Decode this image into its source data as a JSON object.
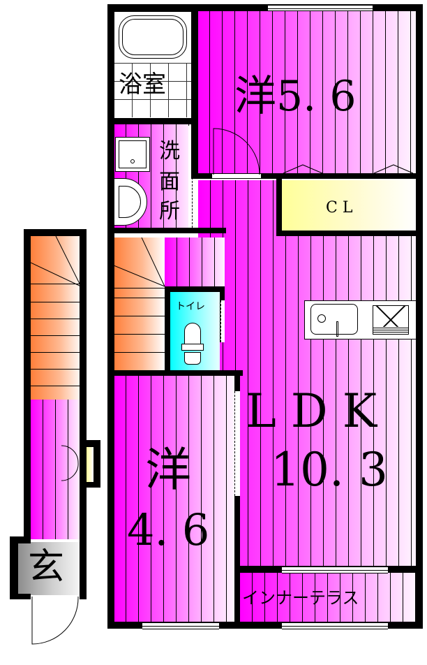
{
  "plan": {
    "type": "apartment-floor-plan",
    "rooms": {
      "bathroom": {
        "label": "浴室"
      },
      "washroom": {
        "label_lines": [
          "洗",
          "面",
          "所"
        ]
      },
      "western_room_1": {
        "label": "洋5. 6",
        "type": "洋",
        "size_jo": "5.6"
      },
      "closet": {
        "label": "C L"
      },
      "toilet": {
        "label": "トイレ"
      },
      "ldk": {
        "label_top": "L D K",
        "label_bottom": "10. 3",
        "size_jo": "10.3"
      },
      "western_room_2": {
        "label_top": "洋",
        "label_bottom": "4. 6",
        "size_jo": "4.6"
      },
      "inner_terrace": {
        "label": "インナーテラス"
      },
      "entrance": {
        "label": "玄"
      }
    },
    "colors": {
      "floor_room": "#ff00ff",
      "stairs": "#ff7f3a",
      "toilet": "#00ffff",
      "closet": "#ffff99",
      "entrance": "#8a8a8a",
      "walls": "#000000"
    }
  }
}
